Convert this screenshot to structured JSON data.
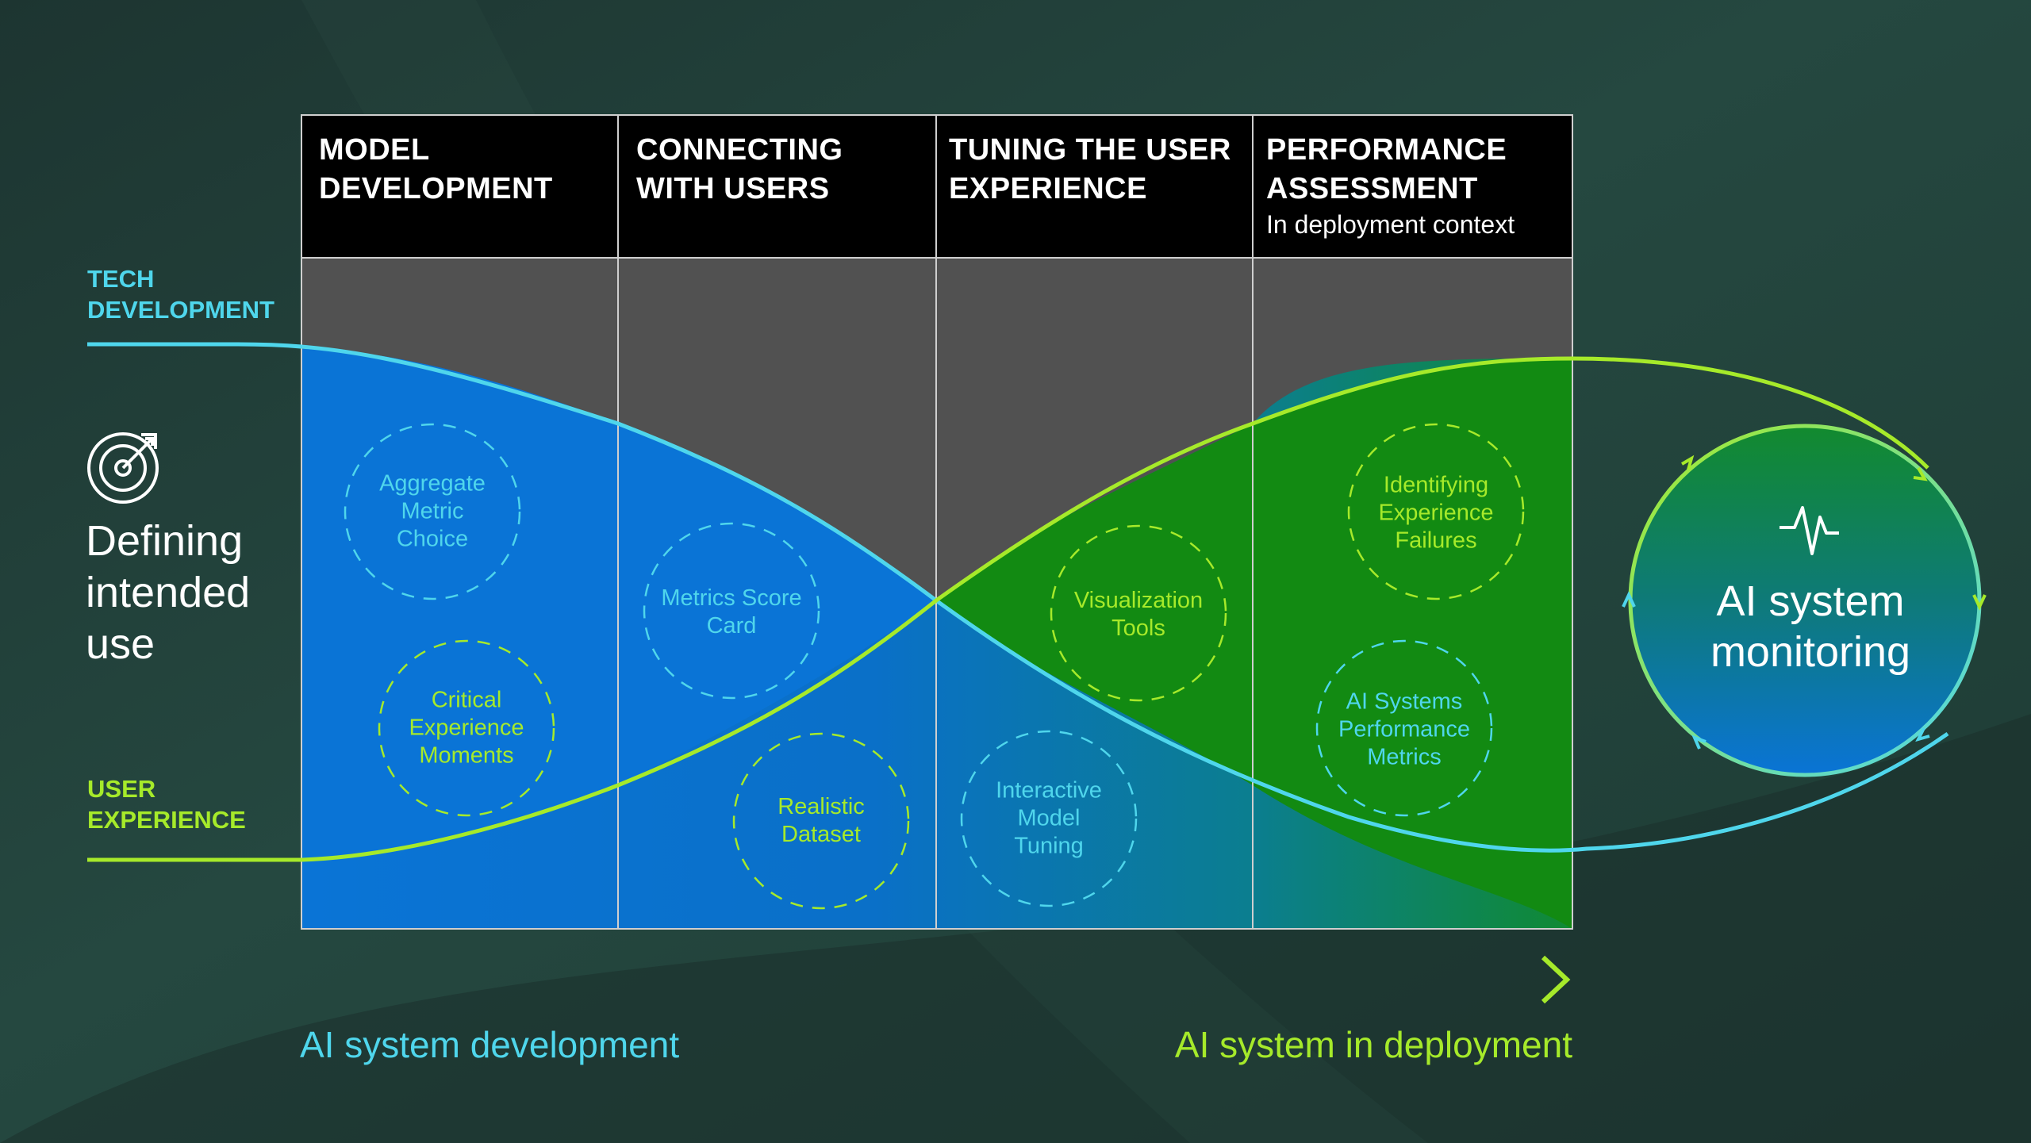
{
  "phases": [
    {
      "title": "MODEL\nDEVELOPMENT",
      "subtitle": ""
    },
    {
      "title": "CONNECTING\nWITH USERS",
      "subtitle": ""
    },
    {
      "title": "TUNING THE USER\nEXPERIENCE",
      "subtitle": ""
    },
    {
      "title": "PERFORMANCE\nASSESSMENT",
      "subtitle": "In deployment context"
    }
  ],
  "side_labels": {
    "tech": "TECH\nDEVELOPMENT",
    "user": "USER\nEXPERIENCE"
  },
  "defining": "Defining\nintended\nuse",
  "bubbles": {
    "aggregate": "Aggregate\nMetric\nChoice",
    "critical": "Critical\nExperience\nMoments",
    "metrics": "Metrics Score\nCard",
    "realistic": "Realistic\nDataset",
    "visualization": "Visualization\nTools",
    "interactive": "Interactive\nModel\nTuning",
    "identifying": "Identifying\nExperience\nFailures",
    "performance": "AI Systems\nPerformance\nMetrics"
  },
  "monitoring": "AI system\nmonitoring",
  "footer": {
    "development": "AI system development",
    "deployment": "AI system in deployment"
  },
  "colors": {
    "tech_cyan": "#4fd6ec",
    "user_lime": "#a6ea2a",
    "tech_blue_fill": "#0a74d6",
    "user_green_fill": "#128a12",
    "header_black": "#000000",
    "upper_gray": "#515151",
    "background": "#1f3a35"
  },
  "icons": [
    "target-icon",
    "heartbeat-icon"
  ]
}
